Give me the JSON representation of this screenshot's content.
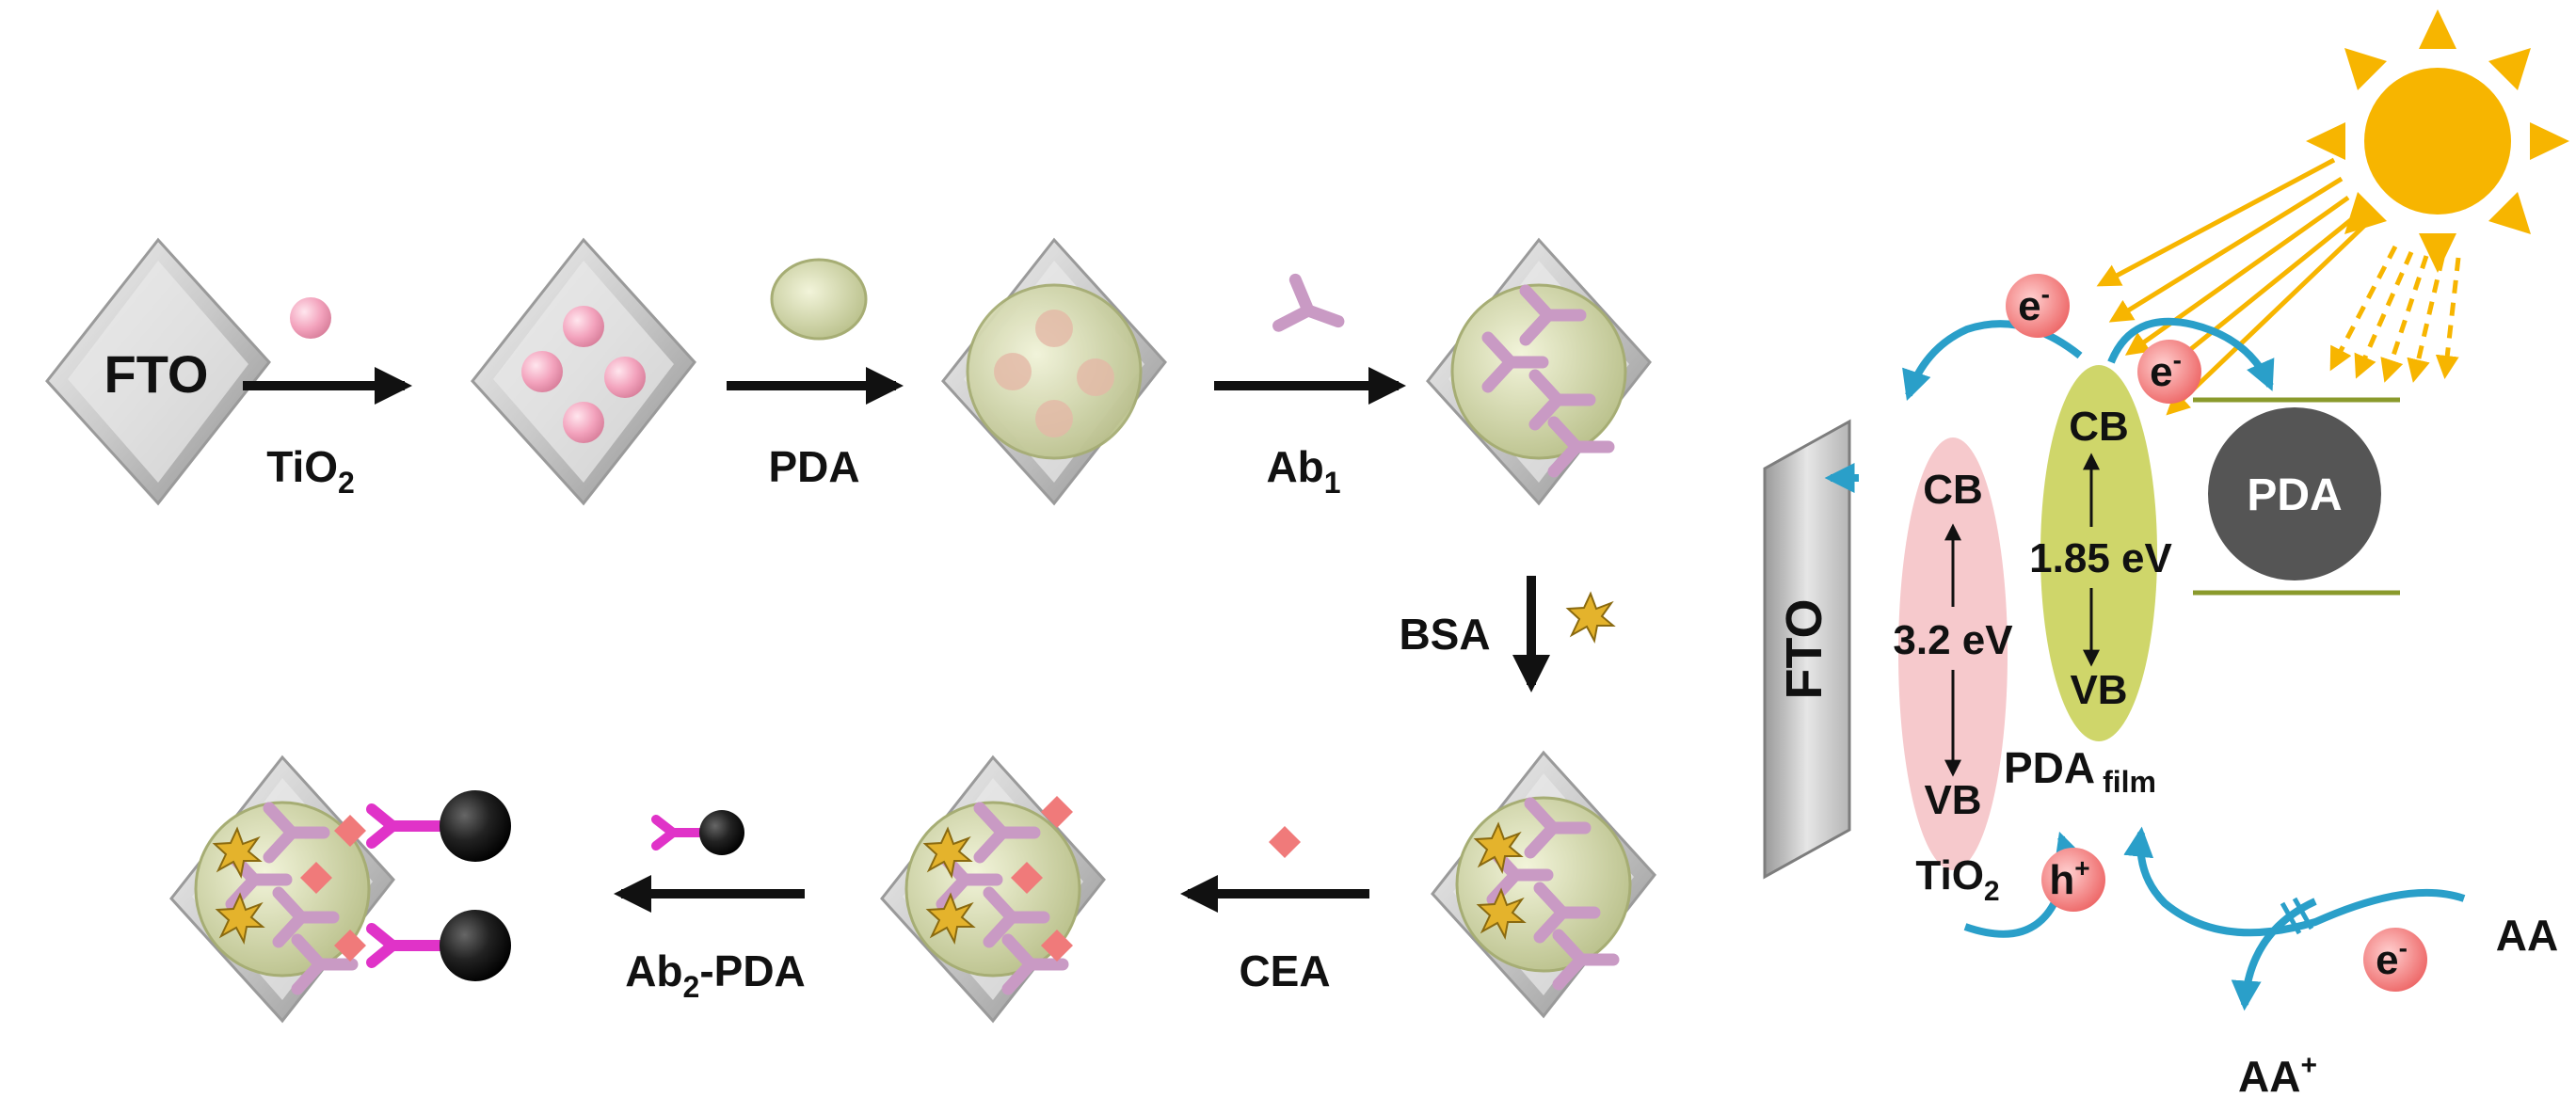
{
  "labels": {
    "fto_chip": "FTO",
    "tio2": "TiO",
    "tio2_sub": "2",
    "pda": "PDA",
    "ab1": "Ab",
    "ab1_sub": "1",
    "bsa": "BSA",
    "cea": "CEA",
    "ab2_pda_prefix": "Ab",
    "ab2_pda_sub": "2",
    "ab2_pda_suffix": "-PDA"
  },
  "band": {
    "fto_plate": "FTO",
    "tio2_cb": "CB",
    "tio2_vb": "VB",
    "tio2_gap": "3.2 eV",
    "tio2_name": "TiO",
    "tio2_name_sub": "2",
    "pda_cb": "CB",
    "pda_vb": "VB",
    "pda_gap": "1.85 eV",
    "pda_film_main": "PDA",
    "pda_film_sub": "film",
    "pda_sphere": "PDA",
    "electron": "e",
    "electron_sup": "-",
    "hole": "h",
    "hole_sup": "+",
    "aa": "AA",
    "aa_plus": "AA",
    "aa_plus_sup": "+"
  },
  "colors": {
    "arrow_blue": "#2a9fc9",
    "sun": "#f7b500",
    "tio2_band": "#f6c9cc",
    "pda_band": "#cfd66a",
    "pda_sphere": "#555555",
    "charge": "#f06b6b",
    "antibody": "#c99ac4",
    "ab2": "#e033c8",
    "cea": "#f07a7a"
  }
}
